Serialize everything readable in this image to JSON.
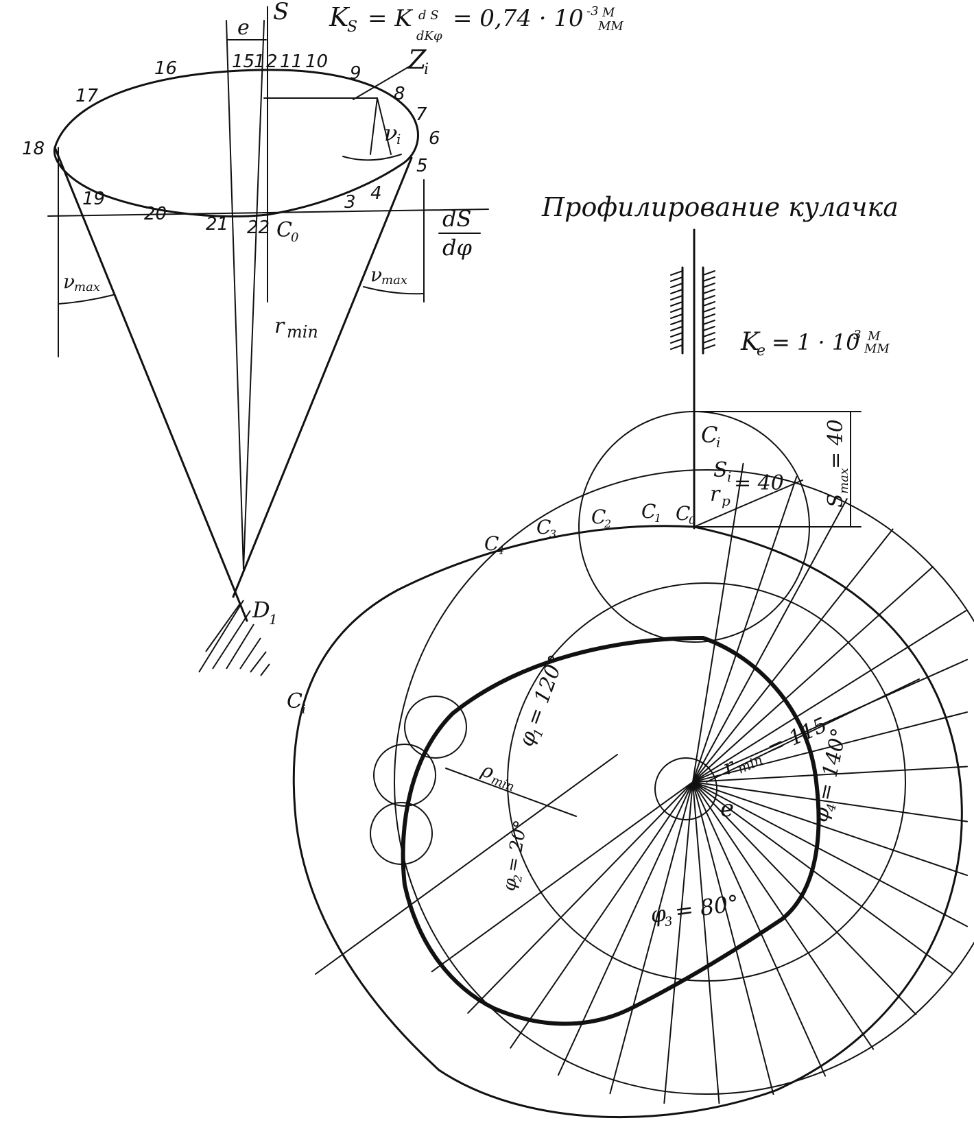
{
  "labels": {
    "ks_formula": "K",
    "ks_sub": "S",
    "ks_eq": "= K",
    "ks_frac_top": "d S",
    "ks_frac_bot": "dKφ",
    "ks_value": "= 0,74 · 10",
    "ks_exp": "-3",
    "ks_unit_top": "M",
    "ks_unit_bot": "MM",
    "axis_s": "S",
    "e_top": "e",
    "zi": "Z",
    "zi_sub": "i",
    "nu_i": "ν",
    "nu_i_sub": "i",
    "c0_axis": "C",
    "c0_axis_sub": "0",
    "dsdphi_top": "dS",
    "dsdphi_bot": "dφ",
    "numax_left": "ν",
    "numax_left_sub": "max",
    "numax_right": "ν",
    "numax_right_sub": "max",
    "rmin_upper": "r",
    "rmin_upper_sub": "min",
    "d1": "D",
    "d1_sub": "1",
    "title": "Профилирование кулачка",
    "kl": "K",
    "kl_sub": "e",
    "kl_value": "= 1 · 10",
    "kl_exp": "-3",
    "kl_unit_top": "M",
    "kl_unit_bot": "MM",
    "ci_top": "C",
    "ci_top_sub": "i",
    "si": "S",
    "si_sub": "i",
    "rp": "r",
    "rp_sub": "p",
    "rp_val": "= 40",
    "smax": "S",
    "smax_sub": "max",
    "smax_val": "= 40",
    "c0": "C",
    "c0_sub": "0",
    "c1": "C",
    "c1_sub": "1",
    "c2": "C",
    "c2_sub": "2",
    "c3": "C",
    "c3_sub": "3",
    "c4": "C",
    "c4_sub": "4",
    "ci_left": "C",
    "ci_left_sub": "i",
    "phi1": "φ",
    "phi1_sub": "1",
    "phi1_val": "= 120°",
    "rmin_main": "r",
    "rmin_main_sub": "min",
    "rmin_main_val": "= 115",
    "phi4": "φ",
    "phi4_sub": "4",
    "phi4_val": "= 140°",
    "e_main": "e",
    "rho_min": "ρ",
    "rho_min_sub": "min",
    "phi2": "φ",
    "phi2_sub": "2",
    "phi2_val": "= 20°",
    "phi3": "φ",
    "phi3_sub": "3",
    "phi3_val": "= 80°"
  },
  "diagram_points": [
    {
      "id": "15",
      "label": "15"
    },
    {
      "id": "1",
      "label": "1"
    },
    {
      "id": "2",
      "label": "2"
    },
    {
      "id": "11",
      "label": "11"
    },
    {
      "id": "10",
      "label": "10"
    },
    {
      "id": "9",
      "label": "9"
    },
    {
      "id": "8",
      "label": "8"
    },
    {
      "id": "7",
      "label": "7"
    },
    {
      "id": "6",
      "label": "6"
    },
    {
      "id": "5",
      "label": "5"
    },
    {
      "id": "4",
      "label": "4"
    },
    {
      "id": "3",
      "label": "3"
    },
    {
      "id": "16",
      "label": "16"
    },
    {
      "id": "17",
      "label": "17"
    },
    {
      "id": "18",
      "label": "18"
    },
    {
      "id": "19",
      "label": "19"
    },
    {
      "id": "20",
      "label": "20"
    },
    {
      "id": "21",
      "label": "21"
    },
    {
      "id": "22",
      "label": "22"
    }
  ],
  "cam": {
    "rays_count": 24
  }
}
